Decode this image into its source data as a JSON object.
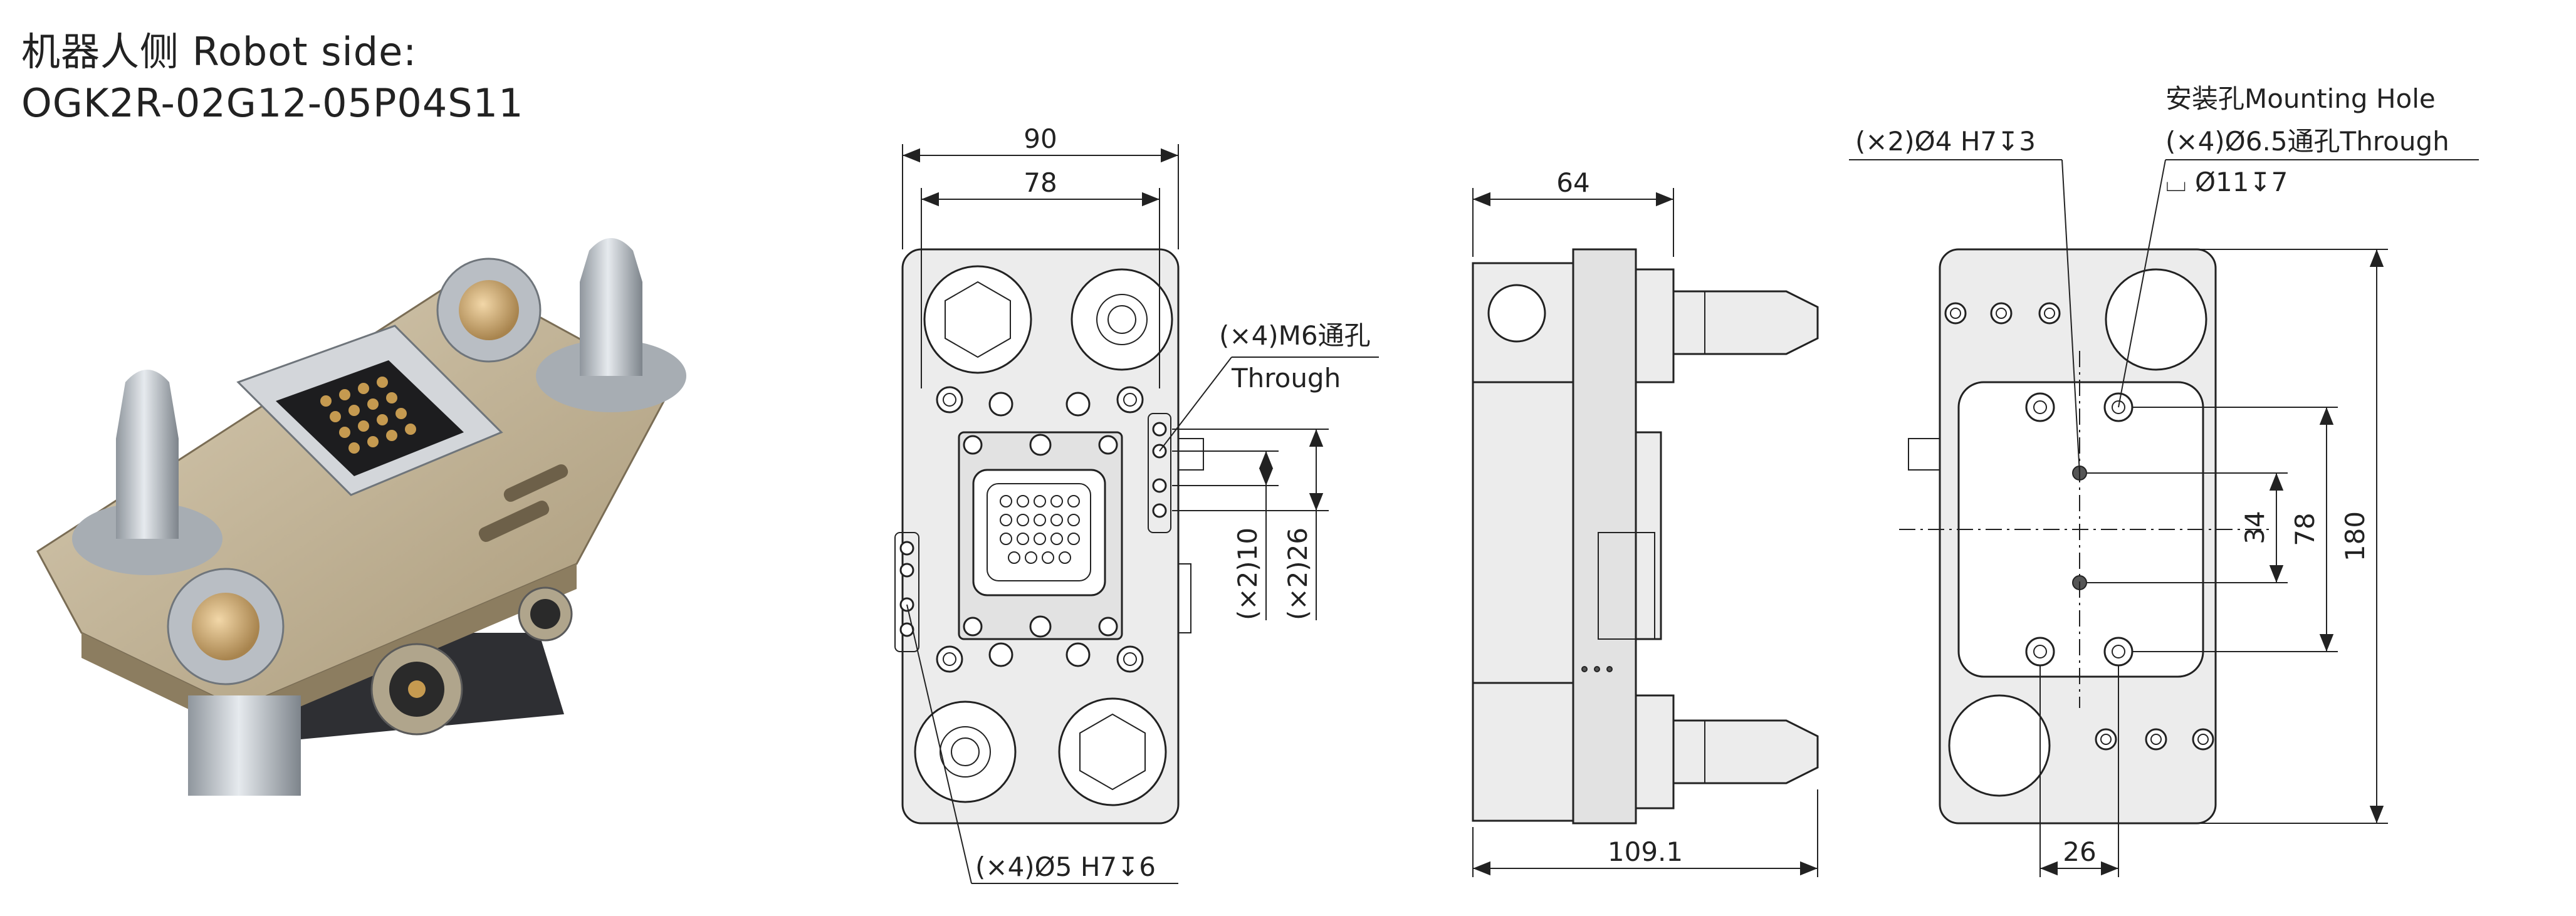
{
  "title": {
    "line1": "机器人侧 Robot side:",
    "line2": "OGK2R-02G12-05P04S11"
  },
  "front_view": {
    "dim_width_outer": "90",
    "dim_width_inner": "78",
    "note_m6_line1": "(×4)M6通孔",
    "note_m6_line2": "Through",
    "dim_pin_spacing_a": "(×2)10",
    "dim_pin_spacing_b": "(×2)26",
    "note_pin_holes": "(×4)Ø5 H7↧6"
  },
  "side_view": {
    "dim_thickness": "64",
    "dim_length": "109.1"
  },
  "rear_view": {
    "note_dowel": "(×2)Ø4 H7↧3",
    "note_mount_line1": "安装孔Mounting Hole",
    "note_mount_line2": "(×4)Ø6.5通孔Through",
    "note_mount_line3": "⌴ Ø11↧7",
    "dim_34": "34",
    "dim_78": "78",
    "dim_180": "180",
    "dim_26": "26"
  },
  "colors": {
    "line": "#222222",
    "part_fill": "#ececec",
    "photo_plate": "#c8b99a",
    "photo_metal": "#b9bec4"
  }
}
